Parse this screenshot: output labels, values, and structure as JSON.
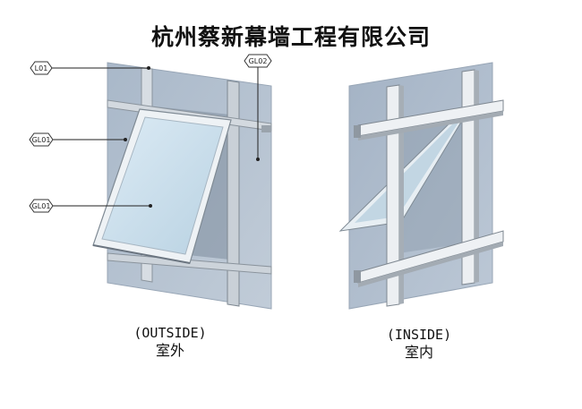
{
  "title": "杭州蔡新幕墙工程有限公司",
  "labels": {
    "tag1": "L01",
    "tag2": "GL02",
    "tag3": "GL01",
    "tag4": "GL01"
  },
  "captions": {
    "outside_en": "(OUTSIDE)",
    "outside_zh": "室外",
    "inside_en": "(INSIDE)",
    "inside_zh": "室内"
  },
  "colors": {
    "glass": "#b5c3d3",
    "open_glass": "#cfe2ee",
    "frame_dark": "#8e96a0",
    "frame_light": "#e8ecef"
  }
}
